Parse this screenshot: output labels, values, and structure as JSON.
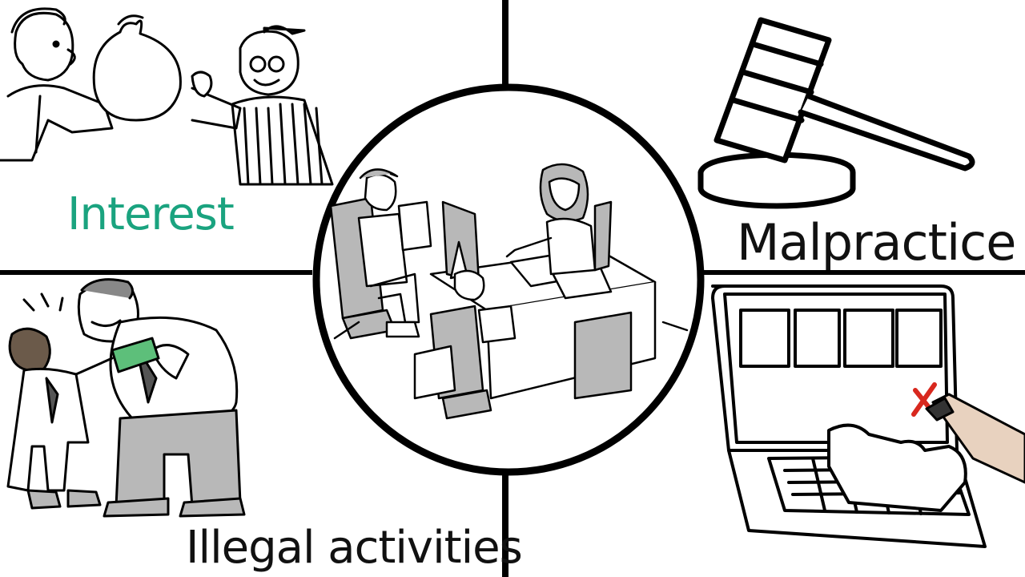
{
  "labels": {
    "interest": "Interest",
    "malpractice": "Malpractice",
    "illegal_activities": "Illegal activities"
  },
  "colors": {
    "interest_text": "#1aa37f",
    "text": "#111111",
    "line": "#000000",
    "money": "#5dbf7a",
    "pen_mark": "#d8281e",
    "fill_gray": "#b8b8b8"
  },
  "icons": {
    "top_left": "money-bag-handover-icon",
    "top_right": "gavel-icon",
    "center": "office-desk-meeting-icon",
    "bottom_left": "bribe-handover-icon",
    "bottom_right": "laptop-typing-icon"
  }
}
